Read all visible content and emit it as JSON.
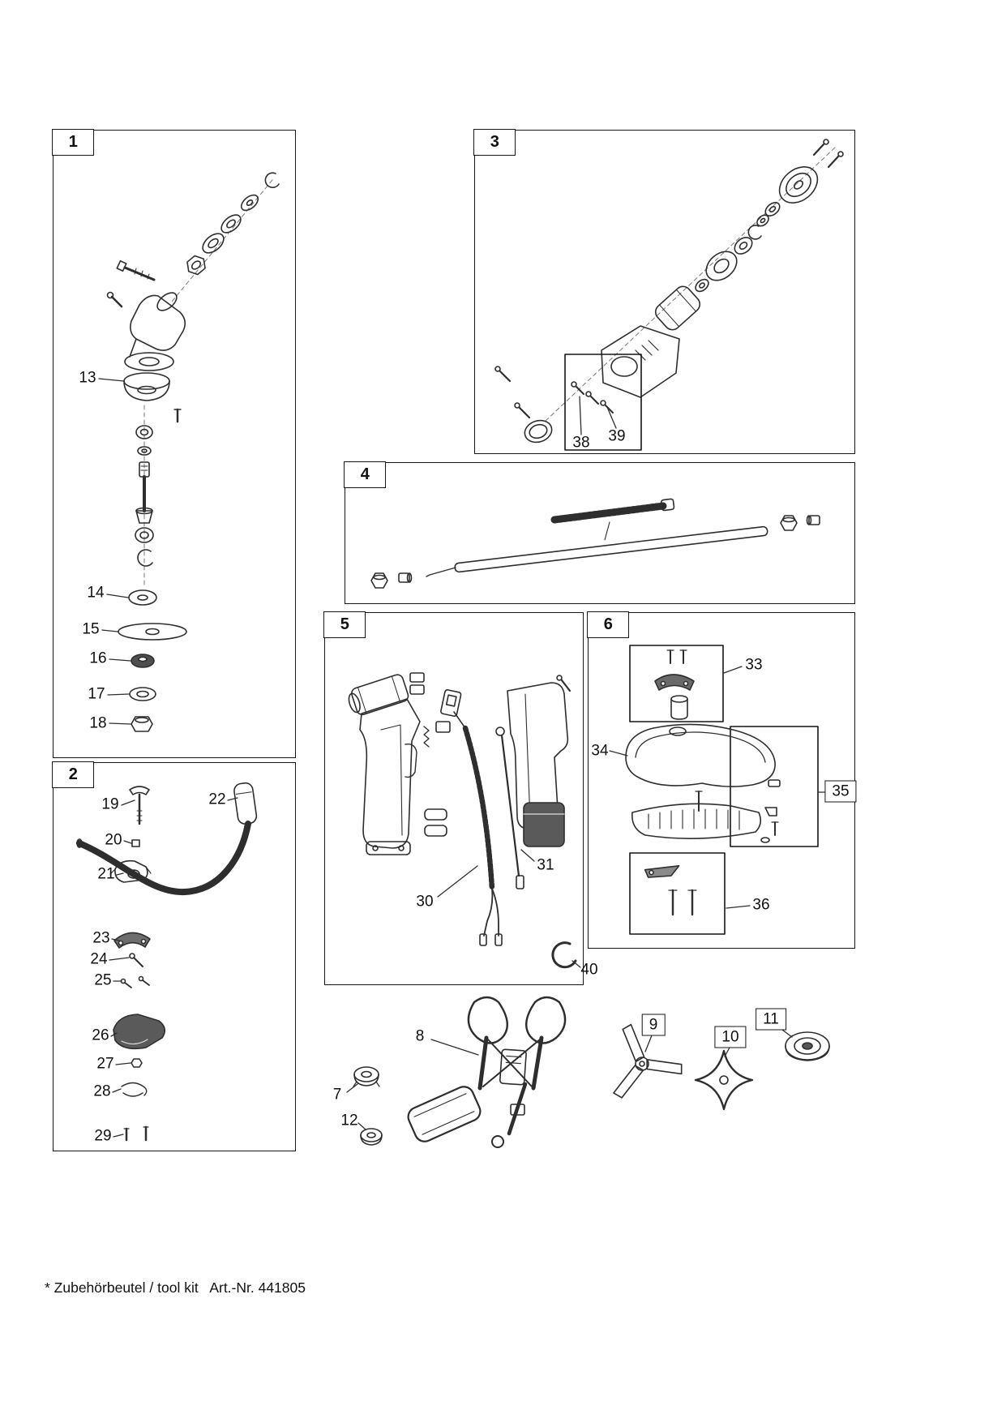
{
  "footer": {
    "note": "* Zubehörbeutel / tool kit   Art.-Nr. 441805"
  },
  "panels": [
    {
      "label": "1"
    },
    {
      "label": "2"
    },
    {
      "label": "3"
    },
    {
      "label": "4"
    },
    {
      "label": "5"
    },
    {
      "label": "6"
    }
  ],
  "callouts": [
    {
      "num": "13"
    },
    {
      "num": "14"
    },
    {
      "num": "15"
    },
    {
      "num": "16"
    },
    {
      "num": "17"
    },
    {
      "num": "18"
    },
    {
      "num": "19"
    },
    {
      "num": "20"
    },
    {
      "num": "21"
    },
    {
      "num": "22"
    },
    {
      "num": "23"
    },
    {
      "num": "24"
    },
    {
      "num": "25"
    },
    {
      "num": "26"
    },
    {
      "num": "27"
    },
    {
      "num": "28"
    },
    {
      "num": "29"
    },
    {
      "num": "38"
    },
    {
      "num": "39"
    },
    {
      "num": "30"
    },
    {
      "num": "31"
    },
    {
      "num": "33"
    },
    {
      "num": "34"
    },
    {
      "num": "35"
    },
    {
      "num": "36"
    },
    {
      "num": "40"
    },
    {
      "num": "7"
    },
    {
      "num": "8"
    },
    {
      "num": "12"
    },
    {
      "num": "9"
    },
    {
      "num": "10"
    },
    {
      "num": "11"
    }
  ]
}
